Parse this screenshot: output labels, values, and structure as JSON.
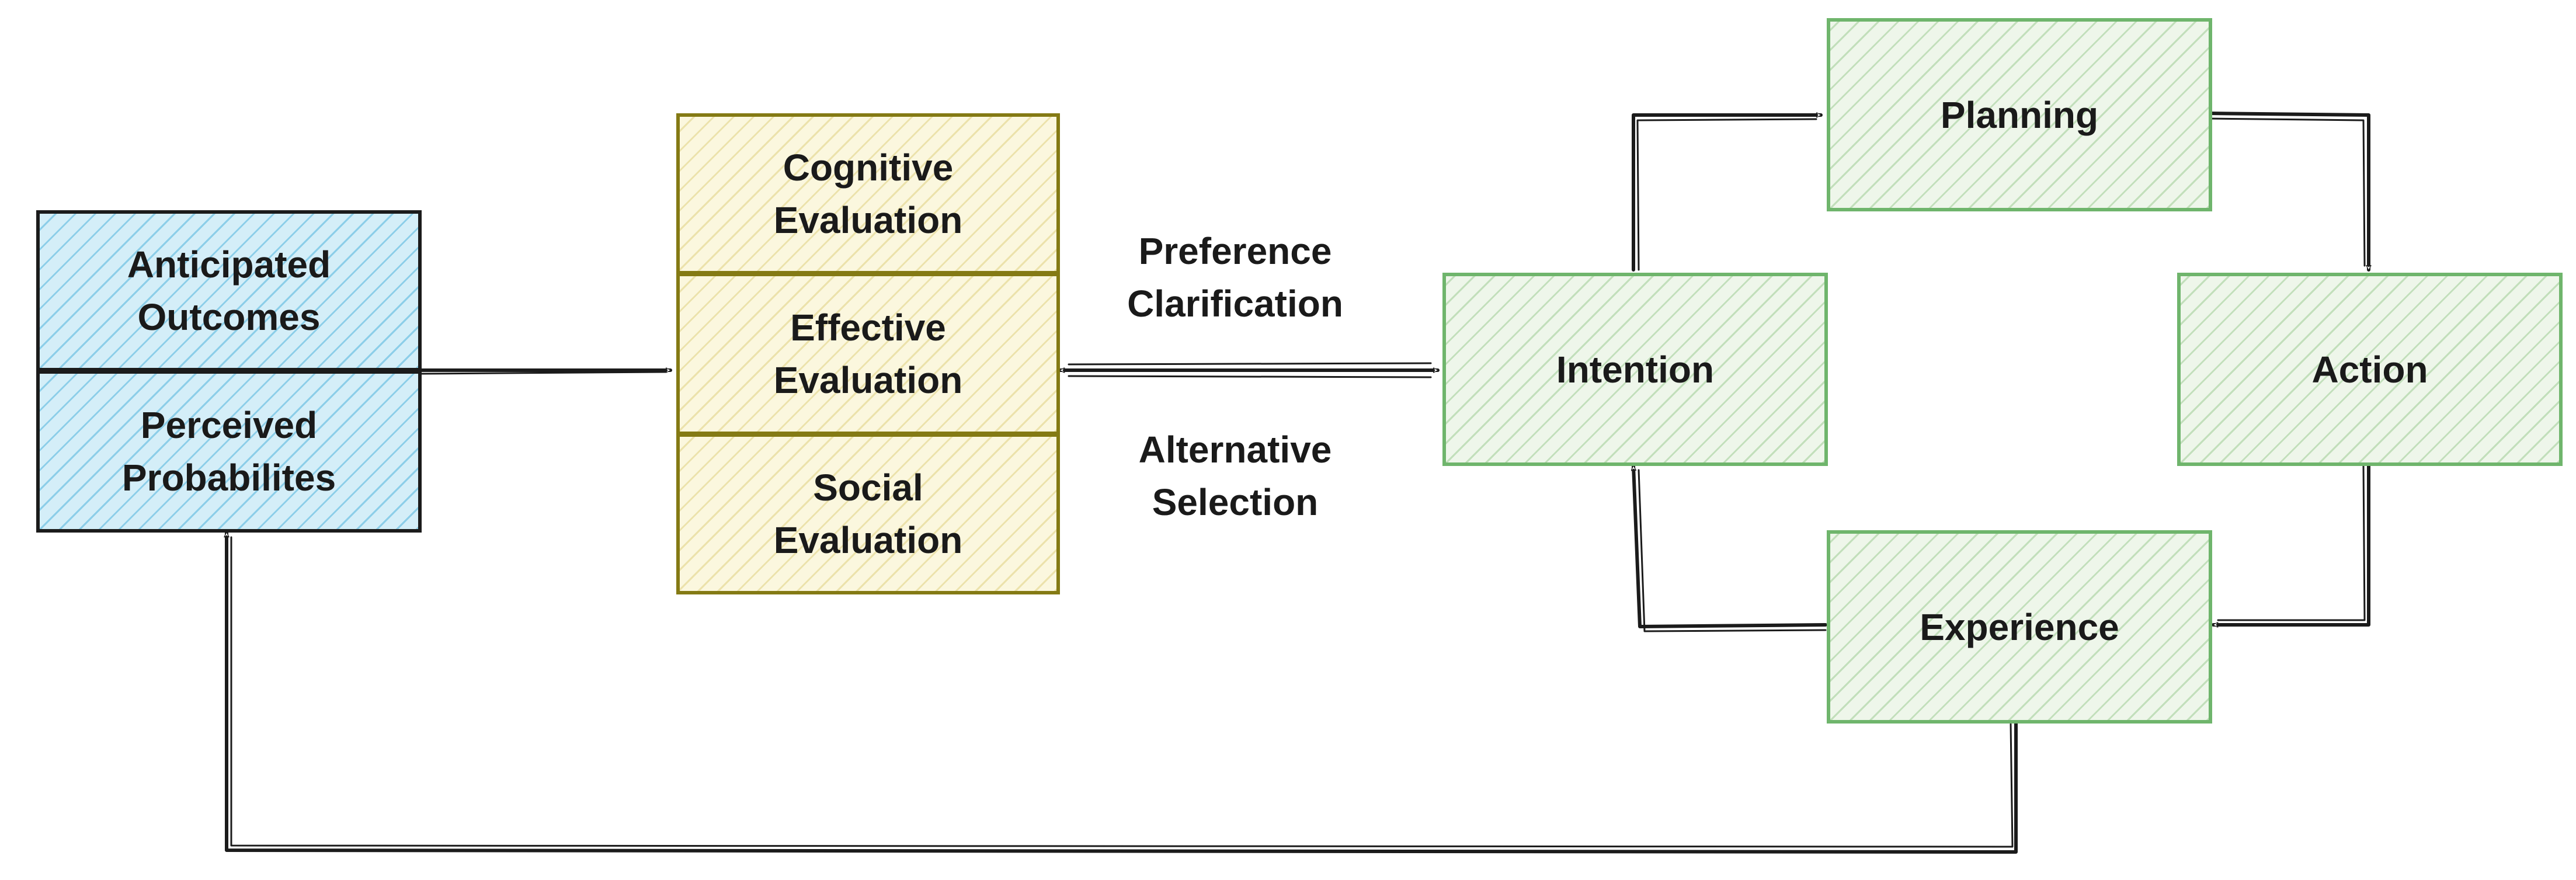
{
  "diagram": {
    "left_stack": {
      "outcomes": "Anticipated\nOutcomes",
      "probabilities": "Perceived\nProbabilites"
    },
    "evaluation_stack": {
      "cognitive": "Cognitive\nEvaluation",
      "effective": "Effective\nEvaluation",
      "social": "Social\nEvaluation"
    },
    "edge_labels": {
      "preference": "Preference\nClarification",
      "alternative": "Alternative\nSelection"
    },
    "cycle": {
      "intention": "Intention",
      "planning": "Planning",
      "action": "Action",
      "experience": "Experience"
    }
  },
  "colors": {
    "blue_fill": "#d4eef8",
    "yellow_border": "#847a14",
    "green_border": "#6fb56c",
    "stroke": "#1b1b1b"
  }
}
